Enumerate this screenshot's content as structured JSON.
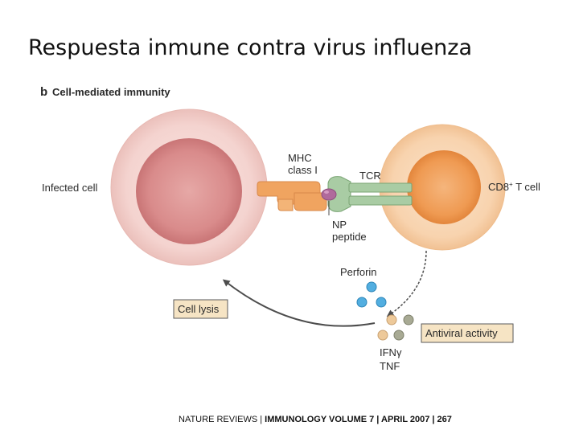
{
  "slide": {
    "title": "Respuesta inmune contra virus influenza"
  },
  "figure": {
    "panel_letter": "b",
    "panel_title": "Cell-mediated immunity",
    "labels": {
      "infected_cell": "Infected cell",
      "mhc_line1": "MHC",
      "mhc_line2": "class I",
      "tcr": "TCR",
      "cd8": "CD8",
      "cd8_sup": "+",
      "cd8_rest": " T cell",
      "np_line1": "NP",
      "np_line2": "peptide",
      "perforin": "Perforin",
      "cell_lysis": "Cell lysis",
      "antiviral_activity": "Antiviral activity",
      "ifn": "IFNγ",
      "tnf": "TNF"
    },
    "colors": {
      "infected_outer": "#f4d3cf",
      "infected_inner": "#d98b8b",
      "tcell_outer": "#f8d3ae",
      "tcell_inner": "#ef9a52",
      "mhc": "#f0a460",
      "tcr": "#a9cca4",
      "peptide": "#b06a9c",
      "perforin": "#52aee0",
      "cytokine_tan": "#edc99a",
      "cytokine_grey": "#a8aa94",
      "label_box": "#f6e4c4",
      "arrow": "#4d4d4d"
    }
  },
  "footer": {
    "journal": "NATURE REVIEWS | ",
    "details": "IMMUNOLOGY VOLUME 7 | APRIL 2007 | 267"
  }
}
